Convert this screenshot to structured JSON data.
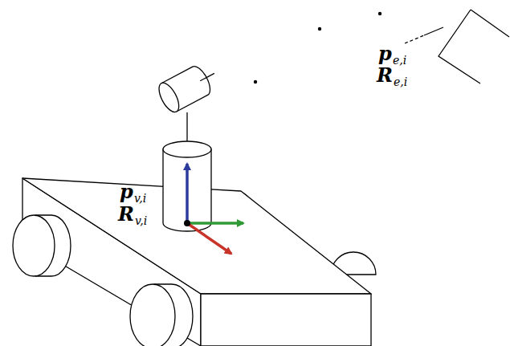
{
  "diagram": {
    "labels": [
      "p",
      "v,i",
      "R",
      "v,i",
      "p",
      "e,i",
      "R",
      "e,i"
    ]
  }
}
